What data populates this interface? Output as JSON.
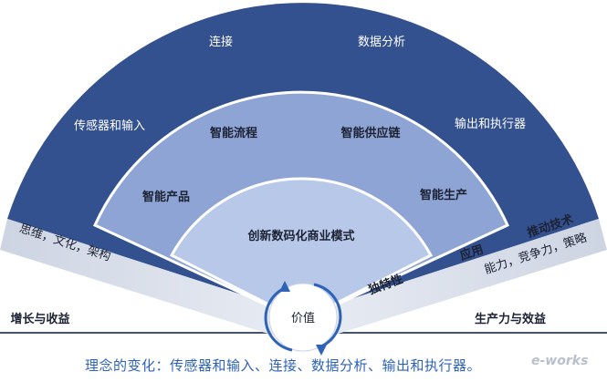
{
  "outer_ring": {
    "left_mid": "传感器和输入",
    "top_left": "连接",
    "top_right": "数据分析",
    "right_mid": "输出和执行器"
  },
  "middle_ring": {
    "left_low": "智能产品",
    "left_high": "智能流程",
    "right_high": "智能供应链",
    "right_low": "智能生产"
  },
  "inner_core": {
    "label": "创新数码化商业模式"
  },
  "left_band": {
    "label": "思维，文化，架构"
  },
  "right_band": {
    "label": "能力，竞争力，策略"
  },
  "tags": {
    "tech_push": "推动技术",
    "application": "应用",
    "uniqueness": "独特性"
  },
  "baseline": {
    "left": "增长与收益",
    "right": "生产力与效益"
  },
  "value_circle": {
    "label": "价值"
  },
  "caption": "理念的变化：传感器和输入、连接、数据分析、输出和执行器。",
  "watermark": "e-works",
  "colors": {
    "outer": "#33508f",
    "middle": "#8ea4d4",
    "inner": "#b8c8e8",
    "band": "#d5dbe8",
    "accent": "#2e63b7"
  }
}
